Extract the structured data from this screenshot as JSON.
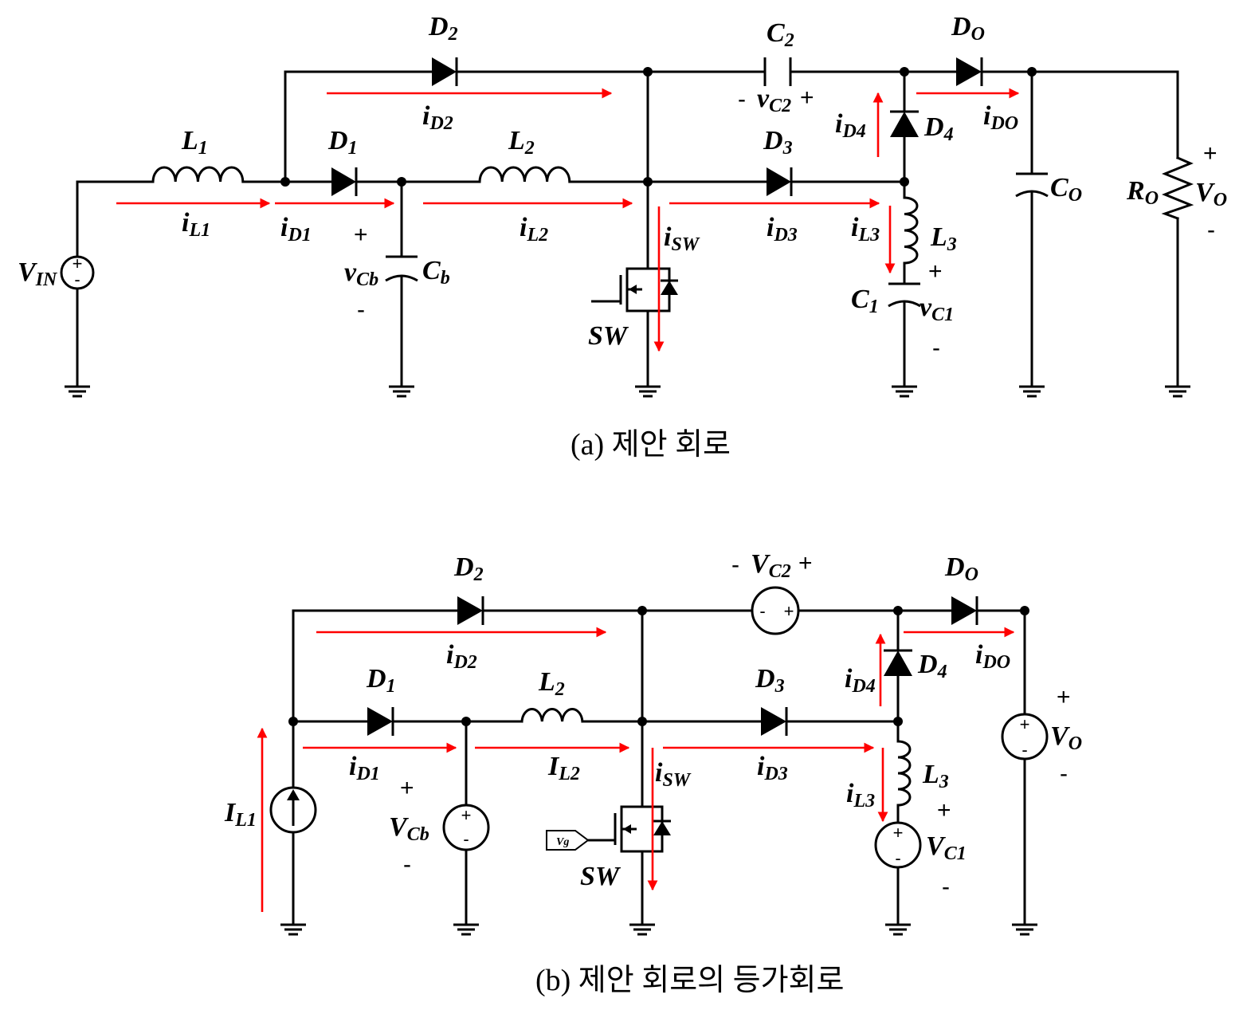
{
  "figure_a": {
    "caption": "(a) 제안 회로",
    "components": {
      "L1": [
        "L",
        "1"
      ],
      "L2": [
        "L",
        "2"
      ],
      "L3": [
        "L",
        "3"
      ],
      "D1": [
        "D",
        "1"
      ],
      "D2": [
        "D",
        "2"
      ],
      "D3": [
        "D",
        "3"
      ],
      "D4": [
        "D",
        "4"
      ],
      "DO": [
        "D",
        "O"
      ],
      "C1": [
        "C",
        "1"
      ],
      "C2": [
        "C",
        "2"
      ],
      "Cb": [
        "C",
        "b"
      ],
      "CO": [
        "C",
        "O"
      ],
      "RO": [
        "R",
        "O"
      ],
      "VIN": [
        "V",
        "IN"
      ],
      "SW": "SW"
    },
    "voltages": {
      "vCb": [
        "v",
        "Cb"
      ],
      "vC2": [
        "v",
        "C2"
      ],
      "vC1": [
        "v",
        "C1"
      ],
      "VO": [
        "V",
        "O"
      ]
    },
    "currents": {
      "iL1": [
        "i",
        "L1"
      ],
      "iD1": [
        "i",
        "D1"
      ],
      "iD2": [
        "i",
        "D2"
      ],
      "iL2": [
        "i",
        "L2"
      ],
      "iSW": [
        "i",
        "SW"
      ],
      "iD3": [
        "i",
        "D3"
      ],
      "iL3": [
        "i",
        "L3"
      ],
      "iD4": [
        "i",
        "D4"
      ],
      "iDO": [
        "i",
        "DO"
      ]
    },
    "polarity": {
      "plus": "+",
      "minus": "-"
    }
  },
  "figure_b": {
    "caption": "(b) 제안 회로의 등가회로",
    "components": {
      "D1": [
        "D",
        "1"
      ],
      "D2": [
        "D",
        "2"
      ],
      "D3": [
        "D",
        "3"
      ],
      "D4": [
        "D",
        "4"
      ],
      "DO": [
        "D",
        "O"
      ],
      "L2": [
        "L",
        "2"
      ],
      "L3": [
        "L",
        "3"
      ],
      "SW": "SW",
      "Vg": "Vg"
    },
    "sources": {
      "IL1": [
        "I",
        "L1"
      ],
      "VCb": [
        "V",
        "Cb"
      ],
      "VC2": [
        "V",
        "C2"
      ],
      "VC1": [
        "V",
        "C1"
      ],
      "VO": [
        "V",
        "O"
      ]
    },
    "currents": {
      "iD1": [
        "i",
        "D1"
      ],
      "iD2": [
        "i",
        "D2"
      ],
      "IL2": [
        "I",
        "L2"
      ],
      "iSW": [
        "i",
        "SW"
      ],
      "iD3": [
        "i",
        "D3"
      ],
      "iL3": [
        "i",
        "L3"
      ],
      "iD4": [
        "i",
        "D4"
      ],
      "iDO": [
        "i",
        "DO"
      ]
    },
    "polarity": {
      "plus": "+",
      "minus": "-"
    }
  },
  "colors": {
    "wire": "#000000",
    "current_arrow": "#ff0000",
    "background": "#ffffff"
  }
}
